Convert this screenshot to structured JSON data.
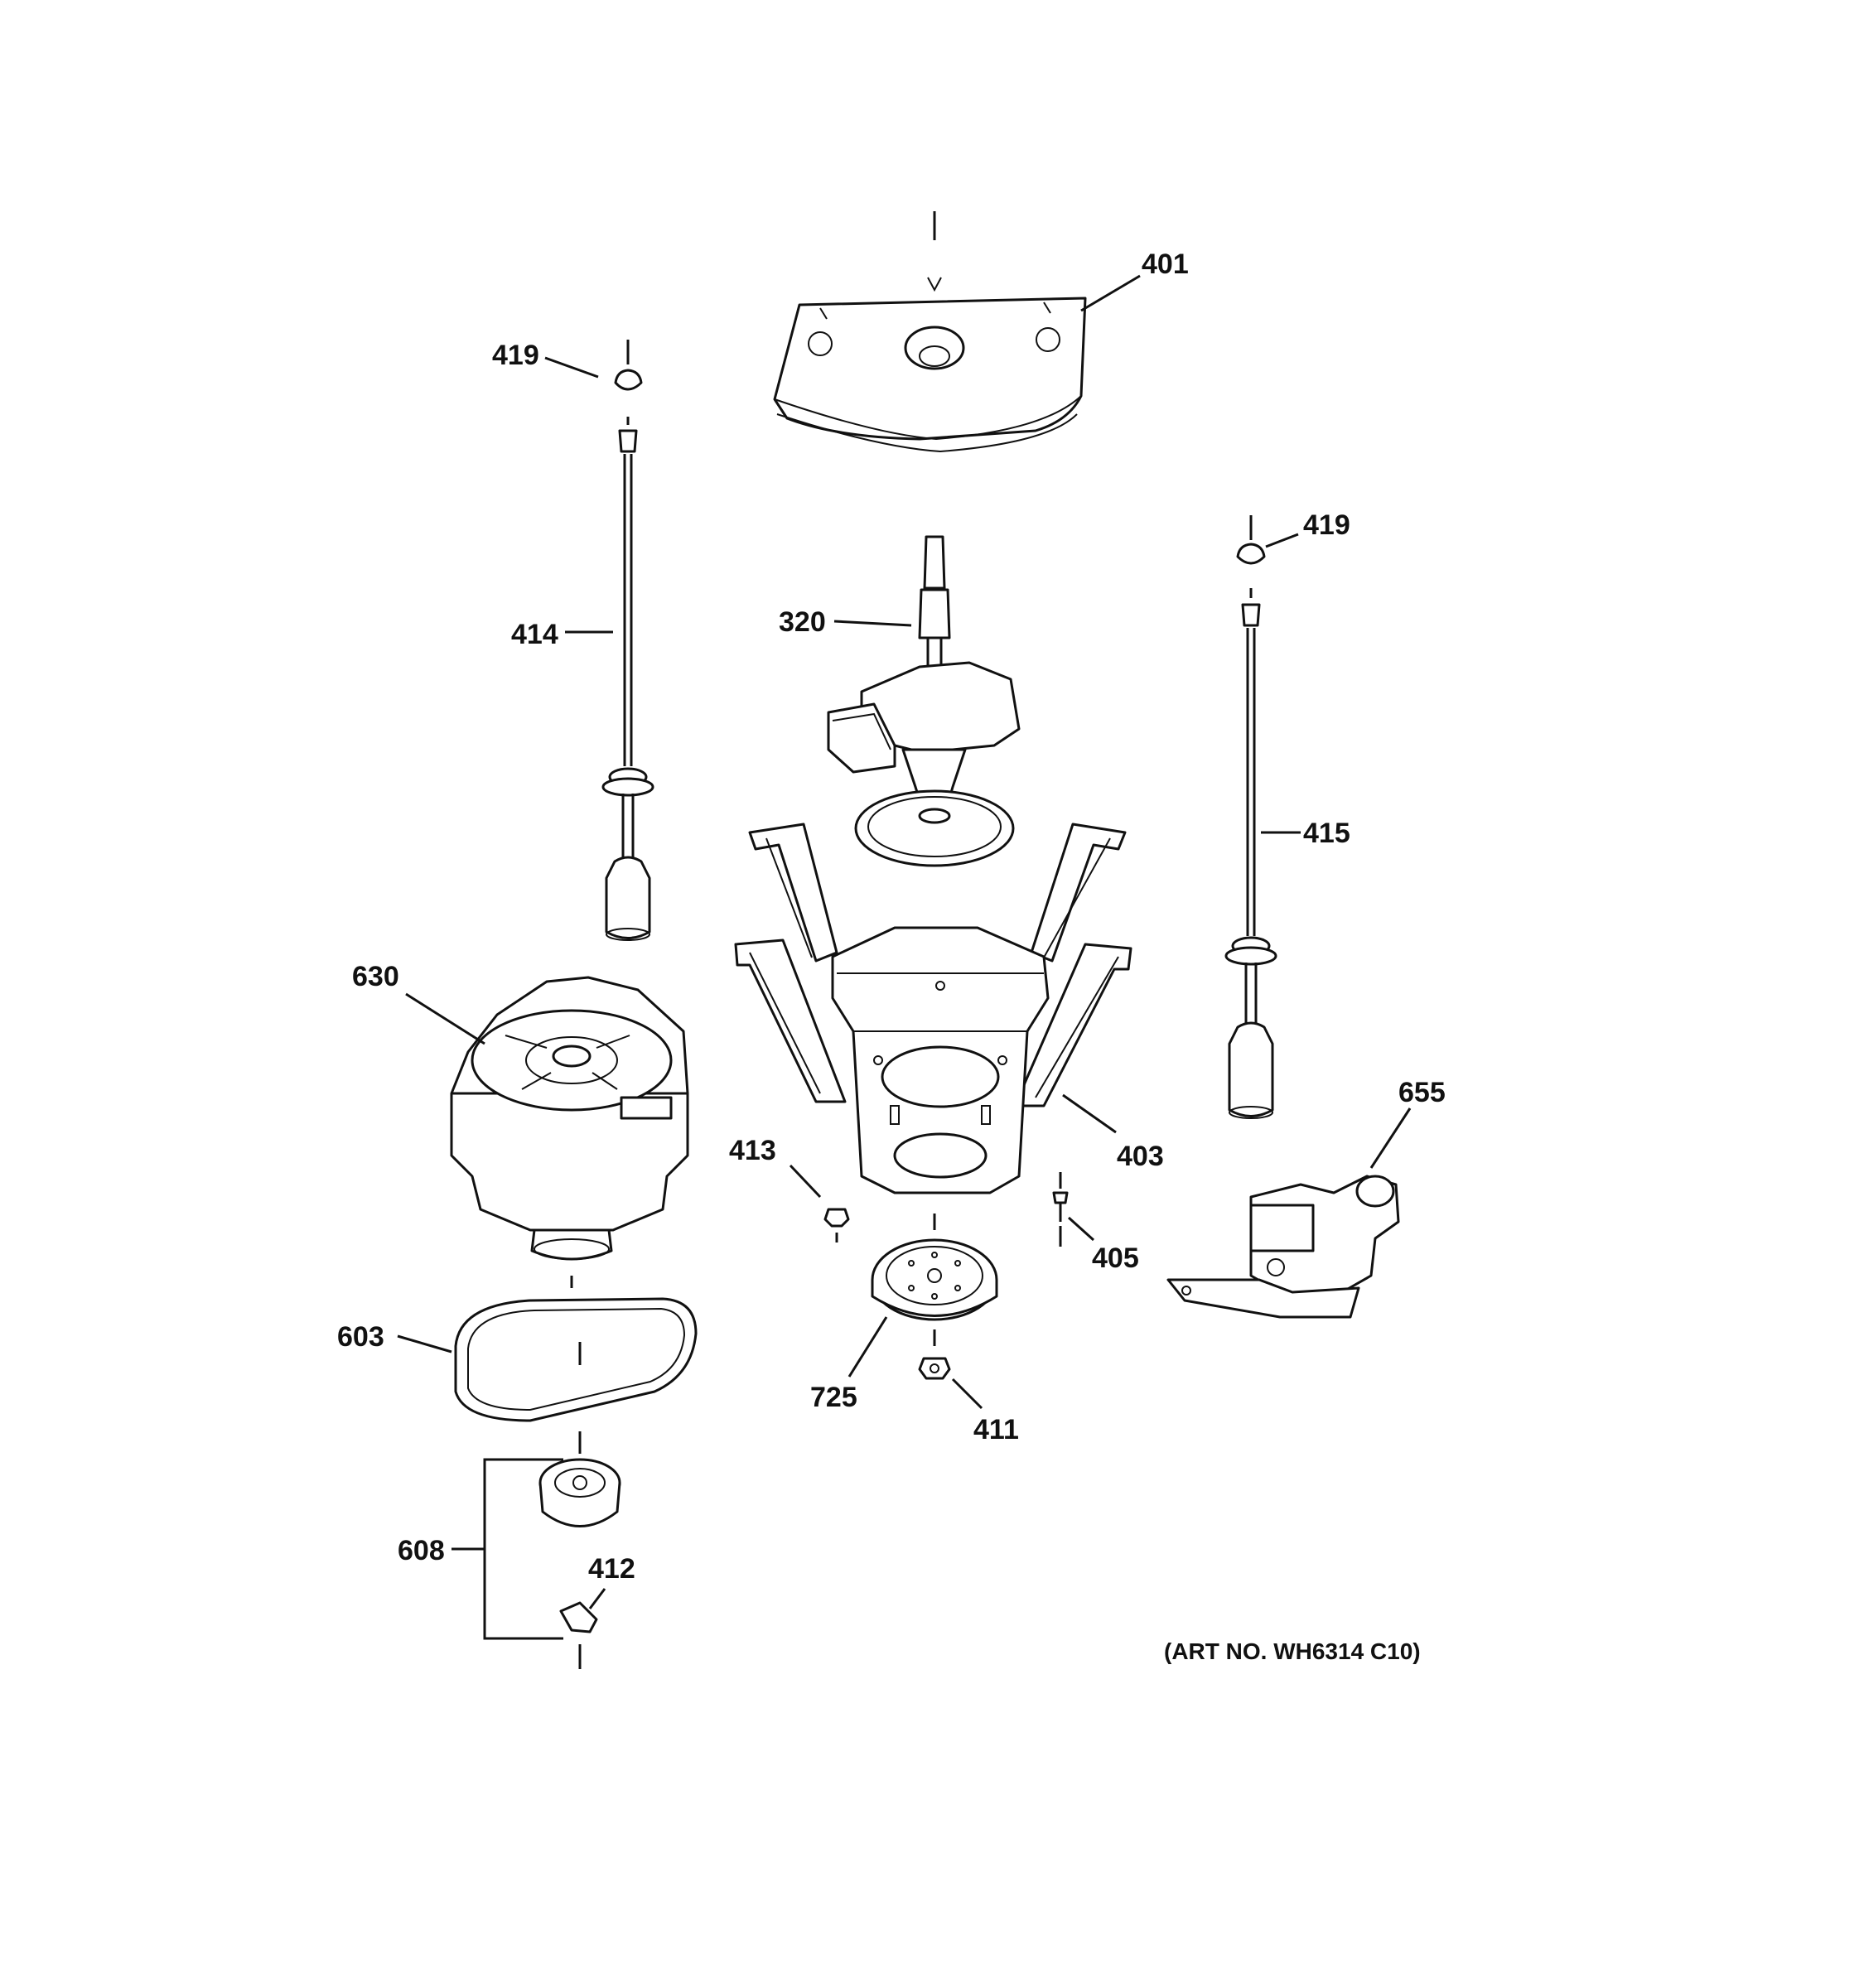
{
  "labels": {
    "p401": "401",
    "p419a": "419",
    "p419b": "419",
    "p320": "320",
    "p414": "414",
    "p415": "415",
    "p630": "630",
    "p655": "655",
    "p413": "413",
    "p403": "403",
    "p405": "405",
    "p603": "603",
    "p725": "725",
    "p411": "411",
    "p608": "608",
    "p412": "412"
  },
  "art_number": "(ART NO. WH6314 C10)"
}
